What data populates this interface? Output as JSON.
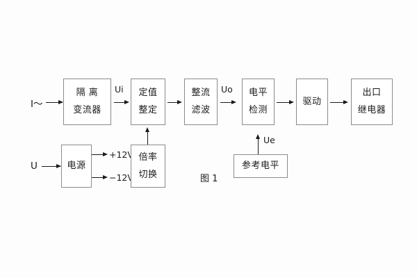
{
  "figure": {
    "caption": "图 1",
    "background": "#ffffff",
    "line_color": "#1a1a1a",
    "box_border_color": "#8a8a8a"
  },
  "inputs": {
    "current": "I～",
    "voltage": "U"
  },
  "blocks": {
    "isolation_ct": {
      "line1": "隔 离",
      "line2": "变流器"
    },
    "setting": {
      "line1": "定值",
      "line2": "整定"
    },
    "rectify_filter": {
      "line1": "整流",
      "line2": "滤波"
    },
    "level_detect": {
      "line1": "电平",
      "line2": "检测"
    },
    "drive": {
      "line1": "驱动"
    },
    "output_relay": {
      "line1": "出口",
      "line2": "继电器"
    },
    "power_supply": {
      "line1": "电源"
    },
    "multiplier_switch": {
      "line1": "倍率",
      "line2": "切换"
    },
    "reference_level": {
      "line1": "参考电平"
    }
  },
  "signals": {
    "ui": "Ui",
    "uo": "Uo",
    "ue": "Ue",
    "rail_positive": "+12V",
    "rail_negative": "−12V"
  }
}
